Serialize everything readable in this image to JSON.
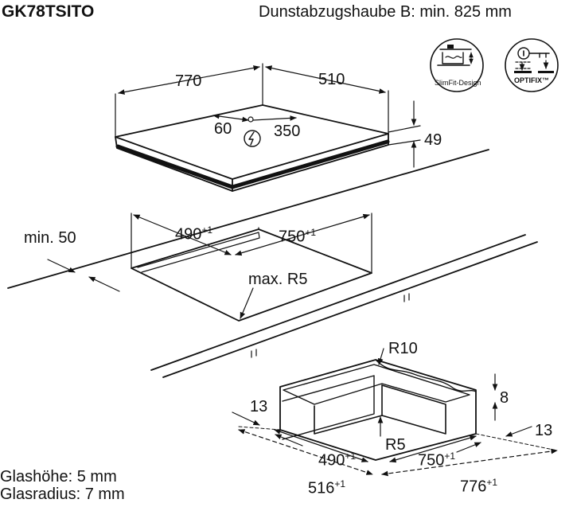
{
  "header": {
    "model": "GK78TSITO",
    "hood_note": "Dunstabzugshaube B: min. 825 mm"
  },
  "badges": {
    "slimfit_label": "SlimFit-Design",
    "optifix_label": "OPTIFIX™"
  },
  "hob_dims": {
    "width": "770",
    "depth": "510",
    "height": "49",
    "conn_a": "60",
    "conn_b": "350"
  },
  "cutout": {
    "min_edge": "min. 50",
    "depth": "490",
    "depth_tol": "+1",
    "width": "750",
    "width_tol": "+1",
    "radius": "max. R5"
  },
  "flush": {
    "radius_top": "R10",
    "radius_inner": "R5",
    "step_depth": "8",
    "frame_left": "13",
    "frame_right": "13",
    "inner_depth": "490",
    "inner_depth_tol": "+1",
    "inner_width": "750",
    "inner_width_tol": "+1",
    "outer_depth": "516",
    "outer_depth_tol": "+1",
    "outer_width": "776",
    "outer_width_tol": "+1"
  },
  "footer": {
    "glass_height": "Glashöhe: 5 mm",
    "glass_radius": "Glasradius: 7 mm"
  },
  "icons": {
    "power": "power-plug-icon",
    "slimfit": "slimfit-design-icon",
    "optifix": "optifix-icon"
  },
  "colors": {
    "line": "#111111",
    "panel": "#ffffff"
  }
}
